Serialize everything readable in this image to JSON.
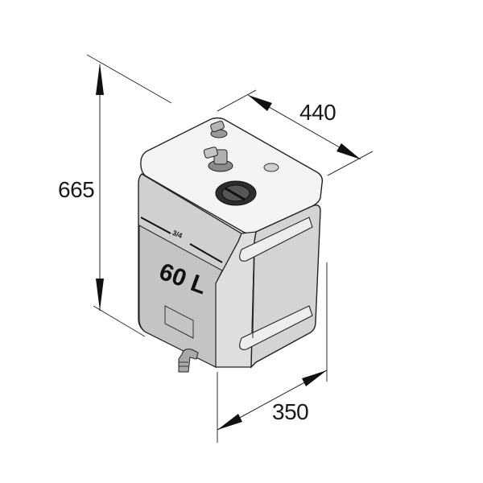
{
  "drawing": {
    "subject": "60 L water tank",
    "colors": {
      "outline": "#222222",
      "top_face": "#f4f4f4",
      "front_face": "#c8c8c8",
      "side_face": "#d6d6d6",
      "cap": "#3a3a3a",
      "background": "#ffffff"
    }
  },
  "dimensions": {
    "height": "665",
    "width": "440",
    "depth": "350"
  },
  "tank": {
    "capacity_label": "60 L",
    "level_mark": "3/4"
  }
}
